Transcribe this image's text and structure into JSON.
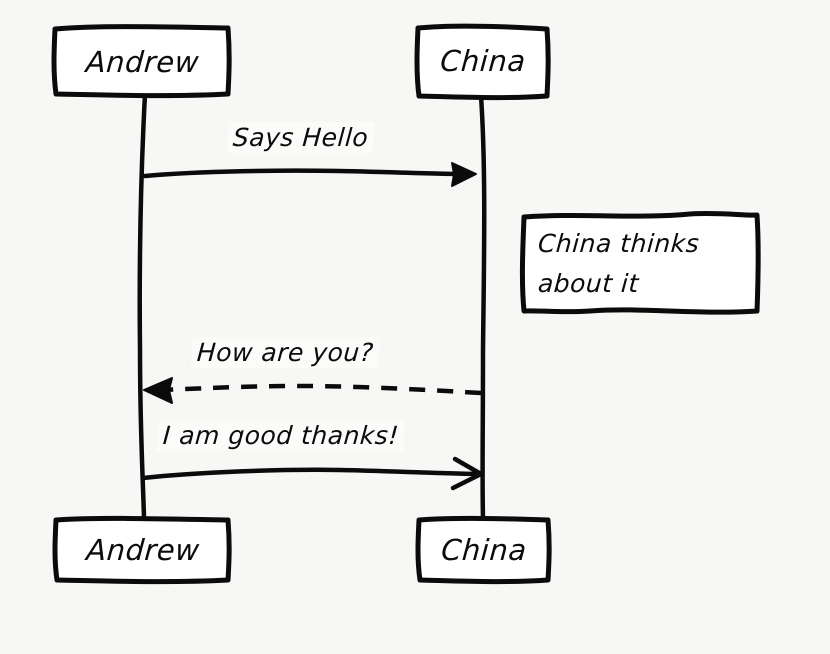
{
  "diagram": {
    "type": "sequence-diagram",
    "style": "hand-drawn-sketch",
    "background_color": "#f7f7f6",
    "stroke_color": "#0b0b0b",
    "participants": [
      {
        "id": "andrew",
        "label": "Andrew"
      },
      {
        "id": "china",
        "label": "China"
      }
    ],
    "participant_boxes": [
      {
        "ref": "andrew",
        "position": "top",
        "label": "Andrew"
      },
      {
        "ref": "china",
        "position": "top",
        "label": "China"
      },
      {
        "ref": "andrew",
        "position": "bottom",
        "label": "Andrew"
      },
      {
        "ref": "china",
        "position": "bottom",
        "label": "China"
      }
    ],
    "messages": [
      {
        "index": 1,
        "label": "Says Hello",
        "from": "andrew",
        "to": "china",
        "direction": "right",
        "line": "solid",
        "arrowhead": "filled"
      },
      {
        "index": 2,
        "label": "How are you?",
        "from": "china",
        "to": "andrew",
        "direction": "left",
        "line": "dashed",
        "arrowhead": "filled"
      },
      {
        "index": 3,
        "label": "I am good thanks!",
        "from": "andrew",
        "to": "china",
        "direction": "right",
        "line": "solid",
        "arrowhead": "open"
      }
    ],
    "notes": [
      {
        "id": "note-china-thinks",
        "placement": "right-of-china",
        "lines": [
          "China thinks",
          "about it"
        ],
        "line1": "China thinks",
        "line2": "about it"
      }
    ]
  }
}
